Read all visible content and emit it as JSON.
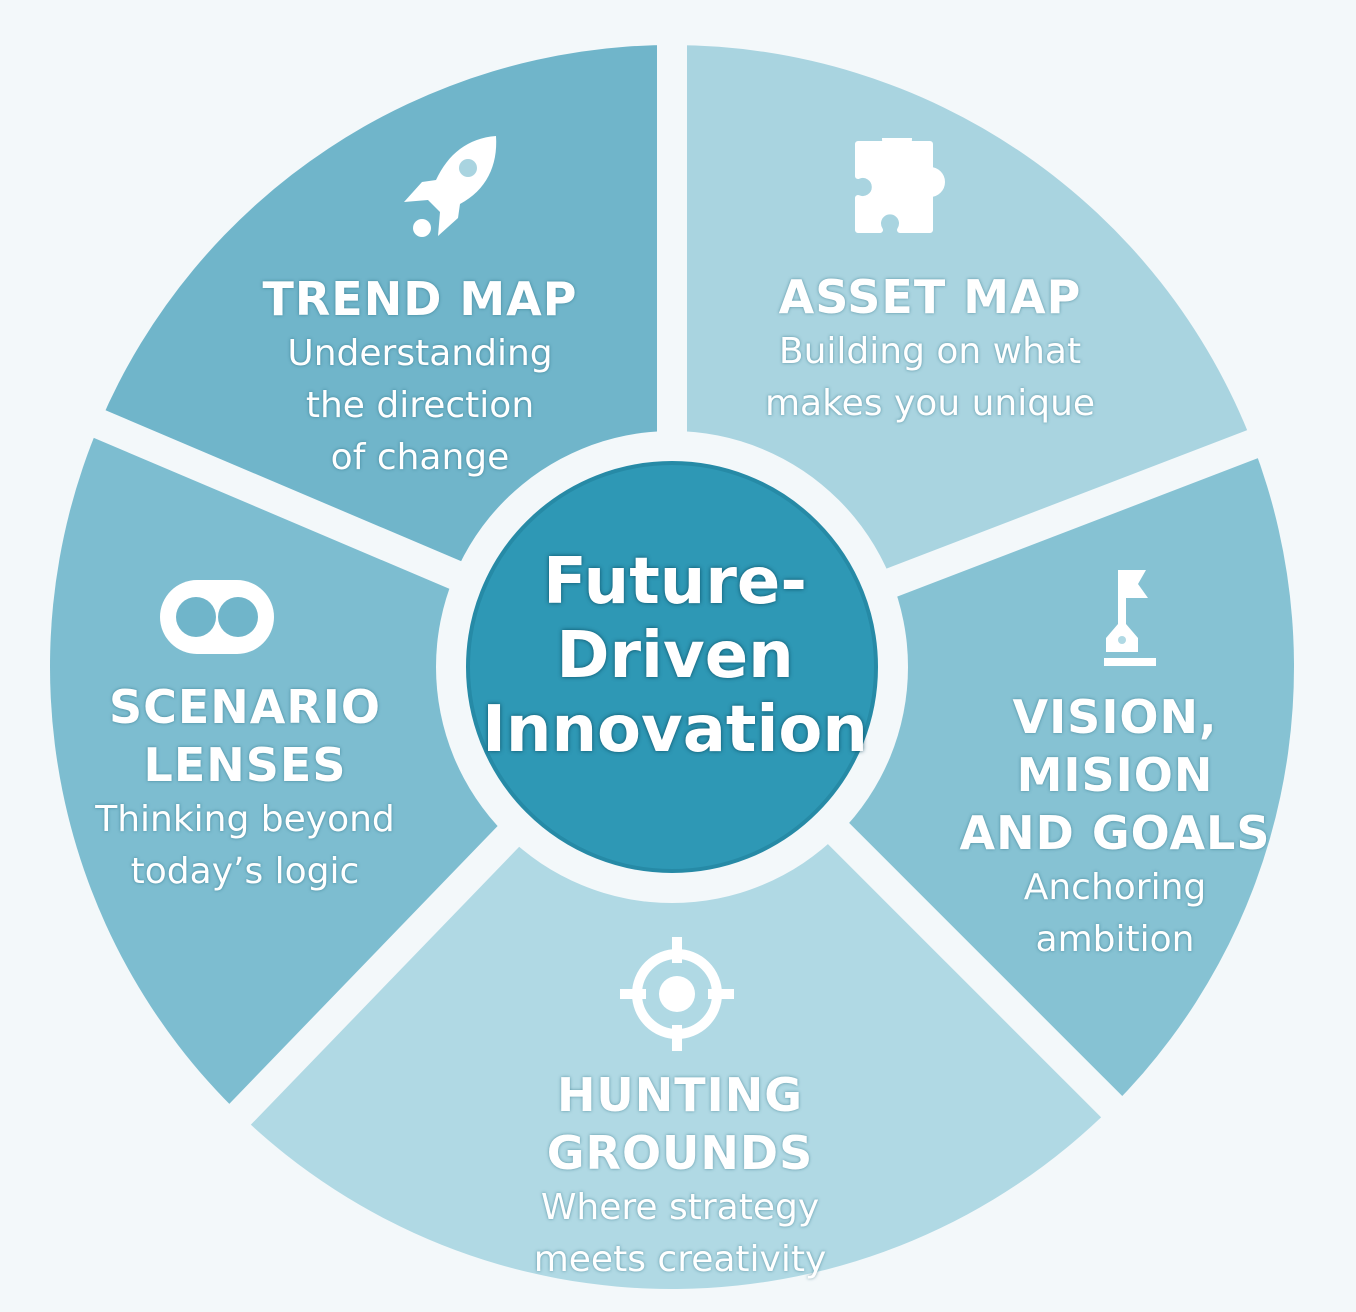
{
  "center": {
    "line1": "Future-",
    "line2": "Driven",
    "line3": "Innovation"
  },
  "colors": {
    "trend": "#a9d4e0",
    "asset": "#86c2d3",
    "vision": "#b0d9e4",
    "hunting": "#7dbdd0",
    "scenario": "#70b5ca",
    "center": "#2e98b5",
    "gap": "#f3f8fa"
  },
  "segments": [
    {
      "id": "trend",
      "title": "TREND MAP",
      "subtitle": [
        "Understanding",
        "the direction",
        "of change"
      ],
      "icon": "rocket-icon"
    },
    {
      "id": "asset",
      "title": "ASSET MAP",
      "subtitle": [
        "Building on what",
        "makes you unique"
      ],
      "icon": "puzzle-piece-icon"
    },
    {
      "id": "vision",
      "title": [
        "VISION, MISION",
        "AND GOALS"
      ],
      "subtitle": [
        "Anchoring",
        "ambition"
      ],
      "icon": "flag-pawn-icon"
    },
    {
      "id": "hunting",
      "title": "HUNTING GROUNDS",
      "subtitle": [
        "Where strategy",
        "meets creativity"
      ],
      "icon": "target-crosshair-icon"
    },
    {
      "id": "scenario",
      "title": [
        "SCENARIO",
        "LENSES"
      ],
      "subtitle": [
        "Thinking beyond",
        "today’s logic"
      ],
      "icon": "binoculars-lens-icon"
    }
  ]
}
